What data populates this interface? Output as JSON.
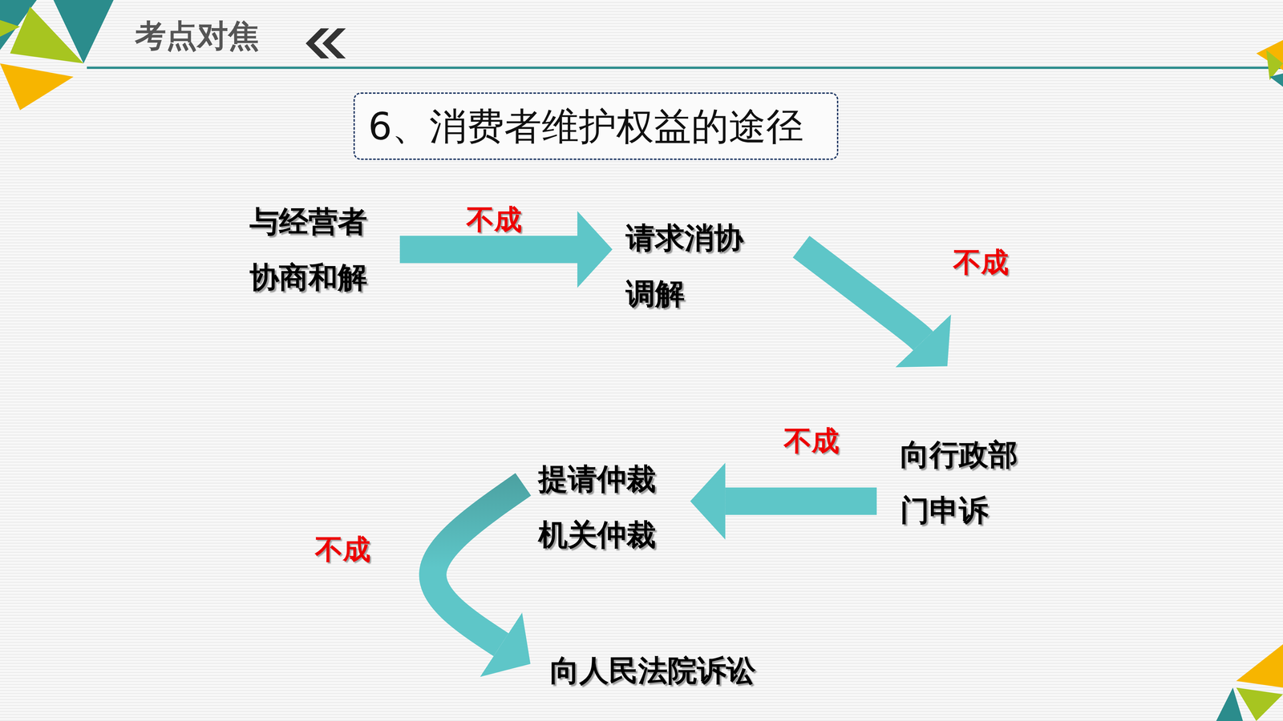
{
  "diagram": {
    "title": "6、消费者维护权益的途径",
    "nodes": [
      {
        "text": [
          "与经营者 协商和解"
        ]
      },
      {
        "text": [
          "请求消协 调解"
        ]
      },
      {
        "text": [
          "向行政部 门申诉"
        ]
      },
      {
        "text": [
          "提请仲裁 机关仲裁"
        ]
      },
      {
        "text": [
          "向人民法院诉讼"
        ]
      }
    ],
    "edges": [
      {
        "from": 0,
        "to": 1,
        "label": "不成",
        "arrow": "to"
      },
      {
        "from": 1,
        "to": 2,
        "label": "不成",
        "arrow": "to"
      },
      {
        "from": 2,
        "to": 3,
        "label": "不成",
        "arrow": "to"
      },
      {
        "from": 3,
        "to": 4,
        "label": "不成",
        "arrow": "to"
      }
    ],
    "labels": [
      "考点对焦"
    ]
  }
}
